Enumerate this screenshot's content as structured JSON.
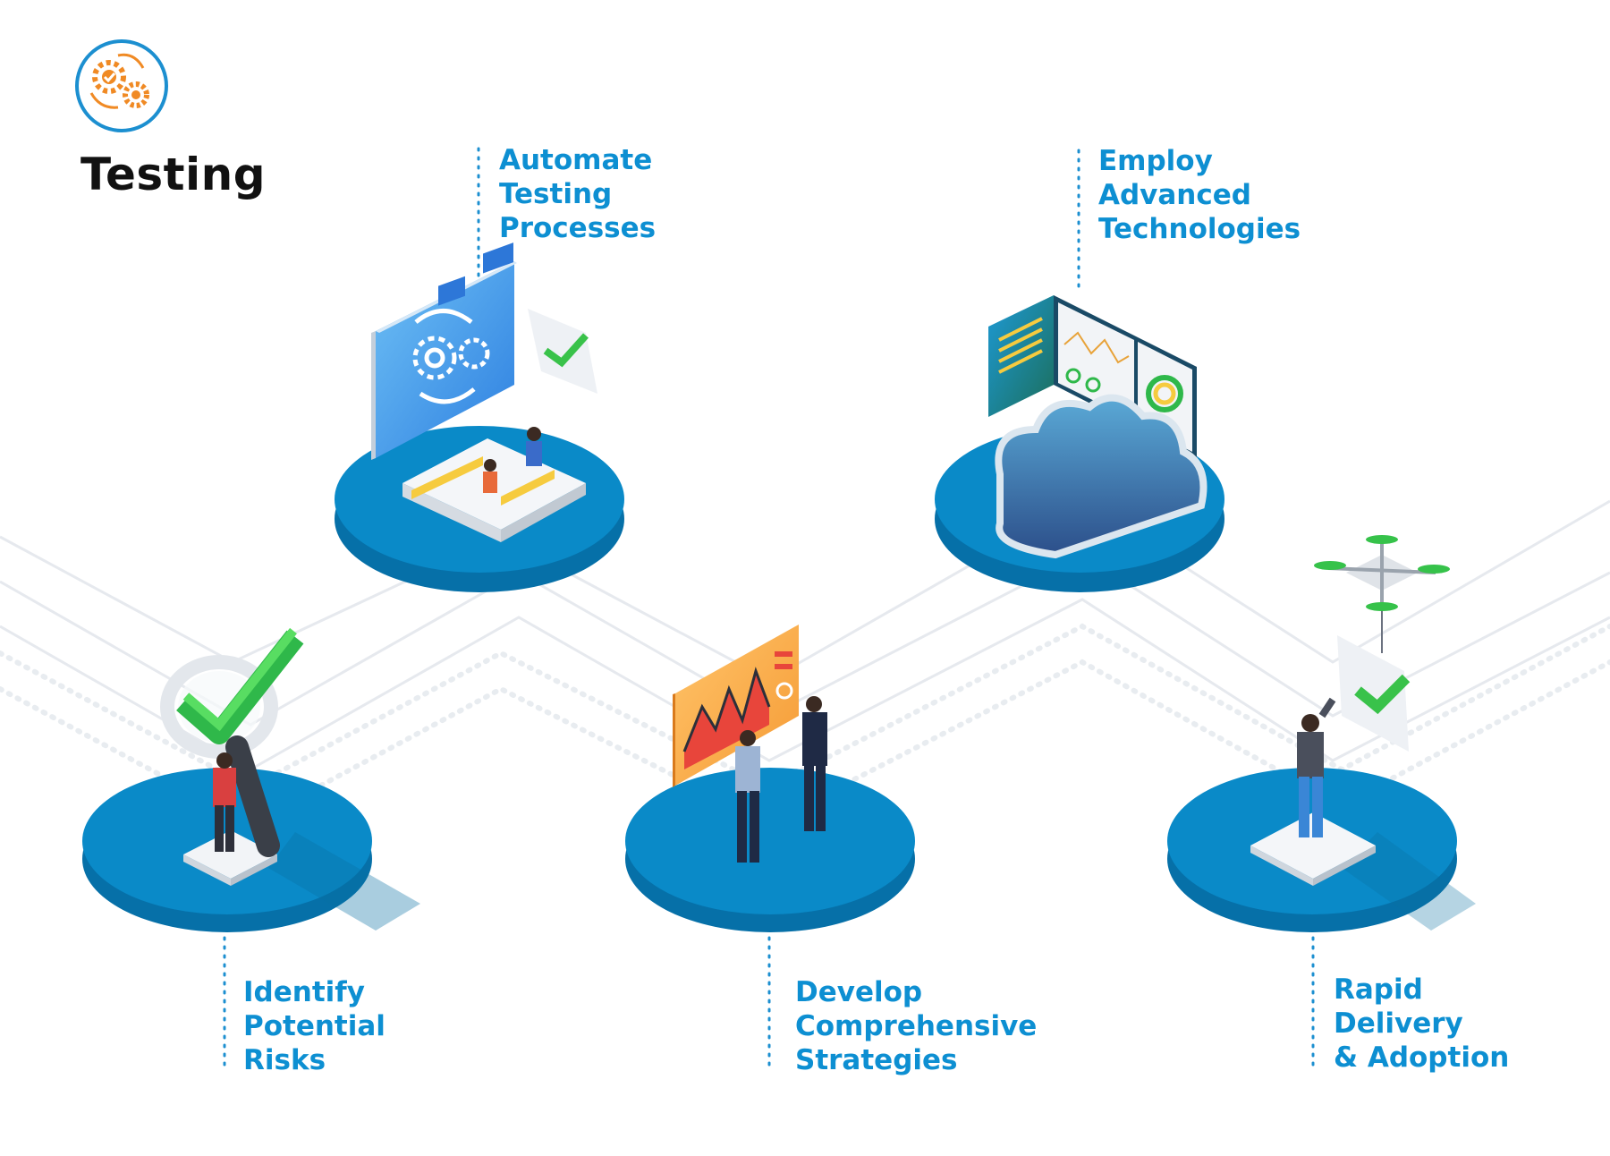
{
  "header": {
    "title": "Testing",
    "icon": "gears-cycle-icon"
  },
  "colors": {
    "accent": "#0d8fd2",
    "platform": "#0a8ac8",
    "platform_dark": "#0670a8",
    "check": "#3ec94b",
    "icon_orange": "#f08a24"
  },
  "steps": [
    {
      "lines": [
        "Identify",
        "Potential",
        "Risks"
      ],
      "illustration": "magnifier-checkmark"
    },
    {
      "lines": [
        "Automate",
        "Testing",
        "Processes"
      ],
      "illustration": "gear-monitor-workstation"
    },
    {
      "lines": [
        "Develop",
        "Comprehensive",
        "Strategies"
      ],
      "illustration": "chart-board-team"
    },
    {
      "lines": [
        "Employ",
        "Advanced",
        "Technologies"
      ],
      "illustration": "cloud-dashboard"
    },
    {
      "lines": [
        "Rapid",
        "Delivery",
        "& Adoption"
      ],
      "illustration": "drone-delivery"
    }
  ]
}
